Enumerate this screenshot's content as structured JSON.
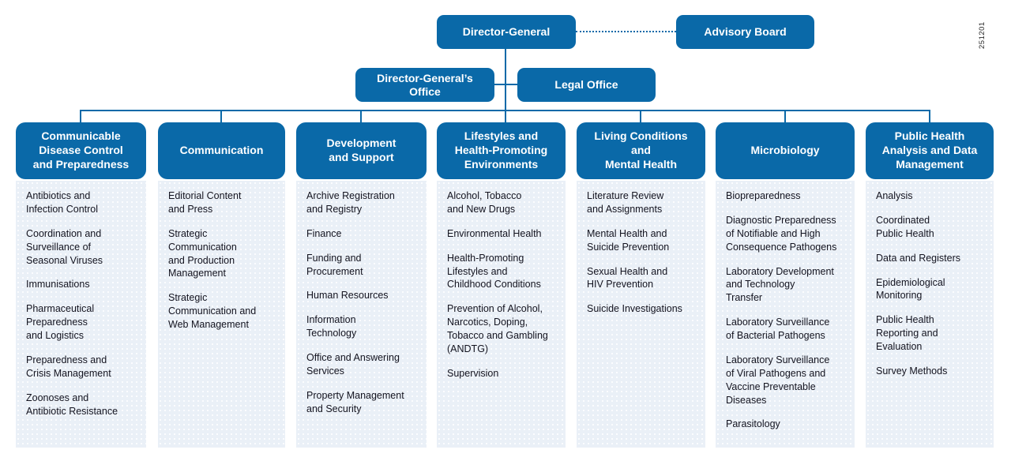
{
  "page": {
    "code": "251201"
  },
  "colors": {
    "primary_blue": "#0a69a8",
    "panel_background": "#eaf0f7",
    "text_dark": "#13131f"
  },
  "top": {
    "director_general": "Director-General",
    "advisory_board": "Advisory Board",
    "dg_office": "Director-General’s\nOffice",
    "legal_office": "Legal Office"
  },
  "departments": [
    {
      "name": "Communicable\nDisease Control\nand Preparedness",
      "items": [
        "Antibiotics and\nInfection Control",
        "Coordination and\nSurveillance of\nSeasonal Viruses",
        "Immunisations",
        "Pharmaceutical\nPreparedness\nand Logistics",
        "Preparedness and\nCrisis Management",
        "Zoonoses and\nAntibiotic Resistance"
      ]
    },
    {
      "name": "Communication",
      "items": [
        "Editorial Content\nand Press",
        "Strategic\nCommunication\nand Production\nManagement",
        "Strategic\nCommunication and\nWeb Management"
      ]
    },
    {
      "name": "Development\nand Support",
      "items": [
        "Archive Registration\nand Registry",
        "Finance",
        "Funding and\nProcurement",
        "Human Resources",
        "Information\nTechnology",
        "Office and Answering\nServices",
        "Property Management\nand Security"
      ]
    },
    {
      "name": "Lifestyles and\nHealth-Promoting\nEnvironments",
      "items": [
        "Alcohol, Tobacco\nand New Drugs",
        "Environmental Health",
        "Health-Promoting\nLifestyles and\nChildhood Conditions",
        "Prevention of Alcohol,\nNarcotics, Doping,\nTobacco and Gambling\n(ANDTG)",
        "Supervision"
      ]
    },
    {
      "name": "Living Conditions\nand\nMental Health",
      "items": [
        "Literature Review\nand Assignments",
        "Mental Health and\nSuicide Prevention",
        "Sexual Health and\nHIV Prevention",
        "Suicide Investigations"
      ]
    },
    {
      "name": "Microbiology",
      "items": [
        "Biopreparedness",
        "Diagnostic Preparedness\nof Notifiable and High\nConsequence Pathogens",
        "Laboratory Development\nand Technology\nTransfer",
        "Laboratory Surveillance\nof Bacterial Pathogens",
        "Laboratory Surveillance\nof Viral Pathogens and\nVaccine Preventable\nDiseases",
        "Parasitology"
      ]
    },
    {
      "name": "Public Health\nAnalysis and Data\nManagement",
      "items": [
        "Analysis",
        "Coordinated\nPublic Health",
        "Data and Registers",
        "Epidemiological\nMonitoring",
        "Public Health\nReporting and\nEvaluation",
        "Survey Methods"
      ]
    }
  ]
}
